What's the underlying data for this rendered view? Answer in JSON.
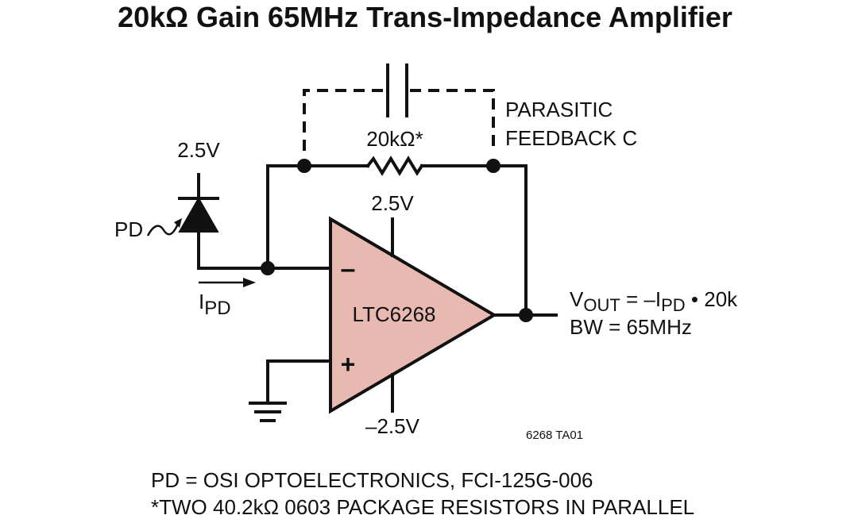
{
  "title": "20kΩ Gain 65MHz Trans-Impedance Amplifier",
  "labels": {
    "pd": "PD",
    "pd_supply": "2.5V",
    "i_pd_main": "I",
    "i_pd_sub": "PD",
    "feedback_resistor": "20kΩ*",
    "parasitic_line1": "PARASITIC",
    "parasitic_line2": "FEEDBACK C",
    "pos_supply": "2.5V",
    "neg_supply": "–2.5V",
    "opamp": "LTC6268",
    "minus_input": "–",
    "plus_input": "+",
    "vout_v": "V",
    "vout_out_sub": "OUT",
    "vout_eq": " = –I",
    "vout_pd_sub": "PD",
    "vout_gain": " • 20k",
    "bandwidth": "BW = 65MHz",
    "figure_id": "6268 TA01"
  },
  "notes": [
    "PD = OSI OPTOELECTRONICS, FCI-125G-006",
    "*TWO 40.2kΩ 0603 PACKAGE RESISTORS IN PARALLEL"
  ],
  "colors": {
    "opamp_fill": "#e8b9b0",
    "line": "#111111"
  }
}
